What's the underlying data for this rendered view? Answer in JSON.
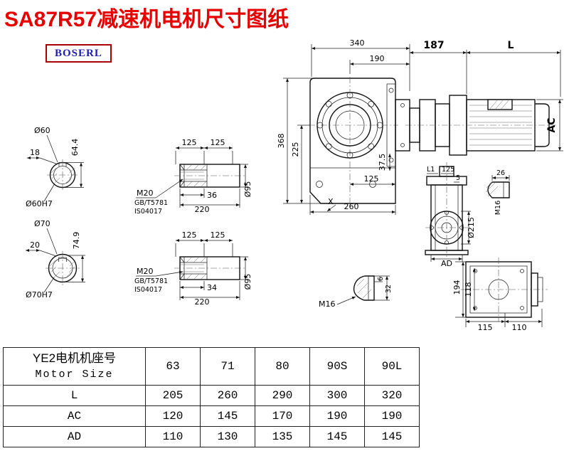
{
  "title": "SA87R57减速机电机尺寸图纸",
  "logo": "BOSERL",
  "shaft60": {
    "dia": "Ø60",
    "key_w": "18",
    "key_h": "64.4",
    "bore": "Ø60H7"
  },
  "shaft70": {
    "dia": "Ø70",
    "key_w": "20",
    "key_h": "74.9",
    "bore": "Ø70H7"
  },
  "hollow_top": {
    "d125a": "125",
    "d125b": "125",
    "thread": "M20",
    "std1": "GB/T5781",
    "std2": "IS04017",
    "depth": "36",
    "len": "220",
    "dia": "Ø95"
  },
  "hollow_bot": {
    "d125a": "125",
    "d125b": "125",
    "thread": "M20",
    "std1": "GB/T5781",
    "std2": "IS04017",
    "depth": "34",
    "len": "220",
    "dia": "Ø95"
  },
  "front": {
    "w340": "340",
    "w190": "190",
    "h368": "368",
    "h225": "225",
    "h375": "37.5",
    "w125": "125",
    "w260": "260",
    "x": "X"
  },
  "motor": {
    "d187": "187",
    "dL": "L",
    "dAC": "AC"
  },
  "side": {
    "l1": "L1",
    "d125": "125",
    "d5": "5",
    "d26": "26",
    "m16": "M16",
    "d215": "Ø215",
    "ad": "AD"
  },
  "plug": {
    "m16": "M16",
    "d6": "6",
    "d32": "32"
  },
  "rear": {
    "d194": "194",
    "d118": "118",
    "d115": "115",
    "d110": "110"
  },
  "table": {
    "header_cn": "YE2电机机座号",
    "header_en": "Motor Size",
    "sizes": [
      "63",
      "71",
      "80",
      "90S",
      "90L"
    ],
    "rows": [
      {
        "label": "L",
        "values": [
          "205",
          "260",
          "290",
          "300",
          "320"
        ]
      },
      {
        "label": "AC",
        "values": [
          "120",
          "145",
          "170",
          "190",
          "190"
        ]
      },
      {
        "label": "AD",
        "values": [
          "110",
          "130",
          "135",
          "145",
          "145"
        ]
      }
    ]
  }
}
